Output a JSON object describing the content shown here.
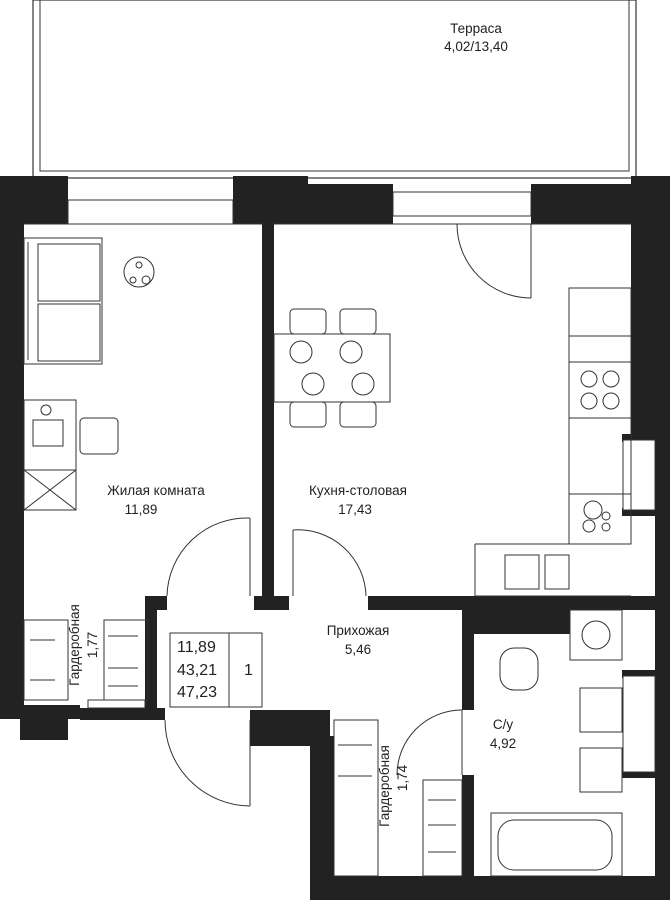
{
  "rooms": [
    {
      "id": "terrace",
      "name": "Терраса",
      "area": "4,02/13,40"
    },
    {
      "id": "living",
      "name": "Жилая комната",
      "area": "11,89"
    },
    {
      "id": "kitchen",
      "name": "Кухня-столовая",
      "area": "17,43"
    },
    {
      "id": "hall",
      "name": "Прихожая",
      "area": "5,46"
    },
    {
      "id": "bath",
      "name": "С/у",
      "area": "4,92"
    },
    {
      "id": "wardrobe1",
      "name": "Гардеробная",
      "area": "1,77"
    },
    {
      "id": "wardrobe2",
      "name": "Гардеробная",
      "area": "1,74"
    }
  ],
  "summary": {
    "living_area": "11,89",
    "total_area": "43,21",
    "total_with_terrace": "47,23",
    "rooms_count": "1"
  },
  "colors": {
    "wall": "#222222",
    "line": "#333333",
    "background": "#ffffff"
  }
}
